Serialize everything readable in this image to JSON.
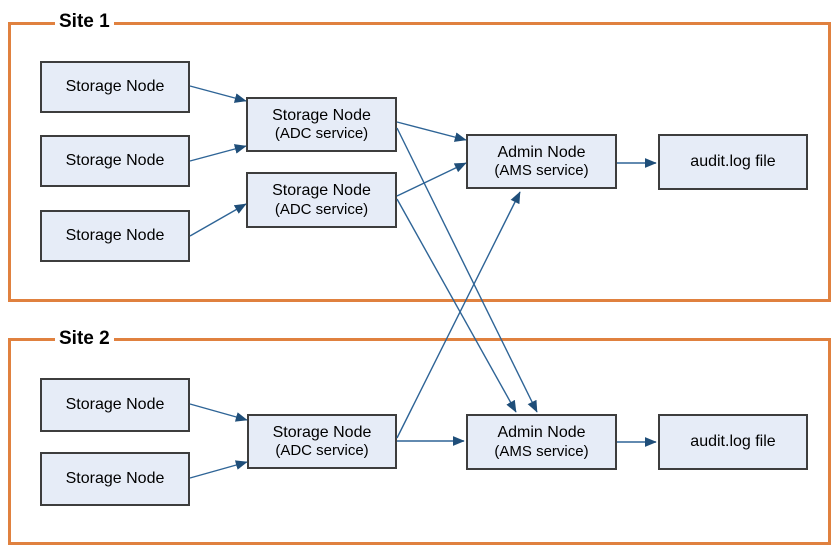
{
  "sites": [
    {
      "label": "Site 1",
      "storage_nodes": [
        "Storage Node",
        "Storage Node",
        "Storage Node"
      ],
      "adc_nodes": [
        {
          "title": "Storage Node",
          "subtitle": "(ADC service)"
        },
        {
          "title": "Storage Node",
          "subtitle": "(ADC service)"
        }
      ],
      "admin_node": {
        "title": "Admin Node",
        "subtitle": "(AMS service)"
      },
      "audit_file": "audit.log file"
    },
    {
      "label": "Site 2",
      "storage_nodes": [
        "Storage Node",
        "Storage Node"
      ],
      "adc_nodes": [
        {
          "title": "Storage Node",
          "subtitle": "(ADC service)"
        }
      ],
      "admin_node": {
        "title": "Admin Node",
        "subtitle": "(AMS service)"
      },
      "audit_file": "audit.log file"
    }
  ],
  "colors": {
    "site_border": "#e0813f",
    "node_fill": "#e6ecf7",
    "node_border": "#3d3d3d",
    "arrow_line": "#2e6496",
    "arrow_head": "#1f4e79"
  }
}
